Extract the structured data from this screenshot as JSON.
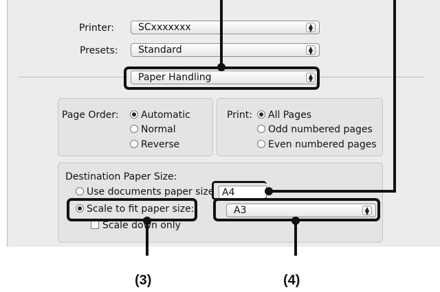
{
  "printer": {
    "label": "Printer:",
    "value": "SCxxxxxxx"
  },
  "presets": {
    "label": "Presets:",
    "value": "Standard"
  },
  "panel_popup": {
    "value": "Paper Handling"
  },
  "page_order": {
    "label": "Page Order:",
    "options": [
      "Automatic",
      "Normal",
      "Reverse"
    ],
    "selected": "Automatic"
  },
  "print_range": {
    "label": "Print:",
    "options": [
      "All Pages",
      "Odd numbered pages",
      "Even numbered pages"
    ],
    "selected": "All Pages"
  },
  "destination": {
    "label": "Destination Paper Size:",
    "use_documents_label": "Use documents paper size",
    "documents_paper_value": "A4",
    "scale_to_fit_label": "Scale to fit paper size:",
    "scale_paper_value": "A3",
    "scale_down_label": "Scale down only",
    "selected": "Scale to fit paper size:"
  },
  "callouts": {
    "three": "(3)",
    "four": "(4)"
  }
}
